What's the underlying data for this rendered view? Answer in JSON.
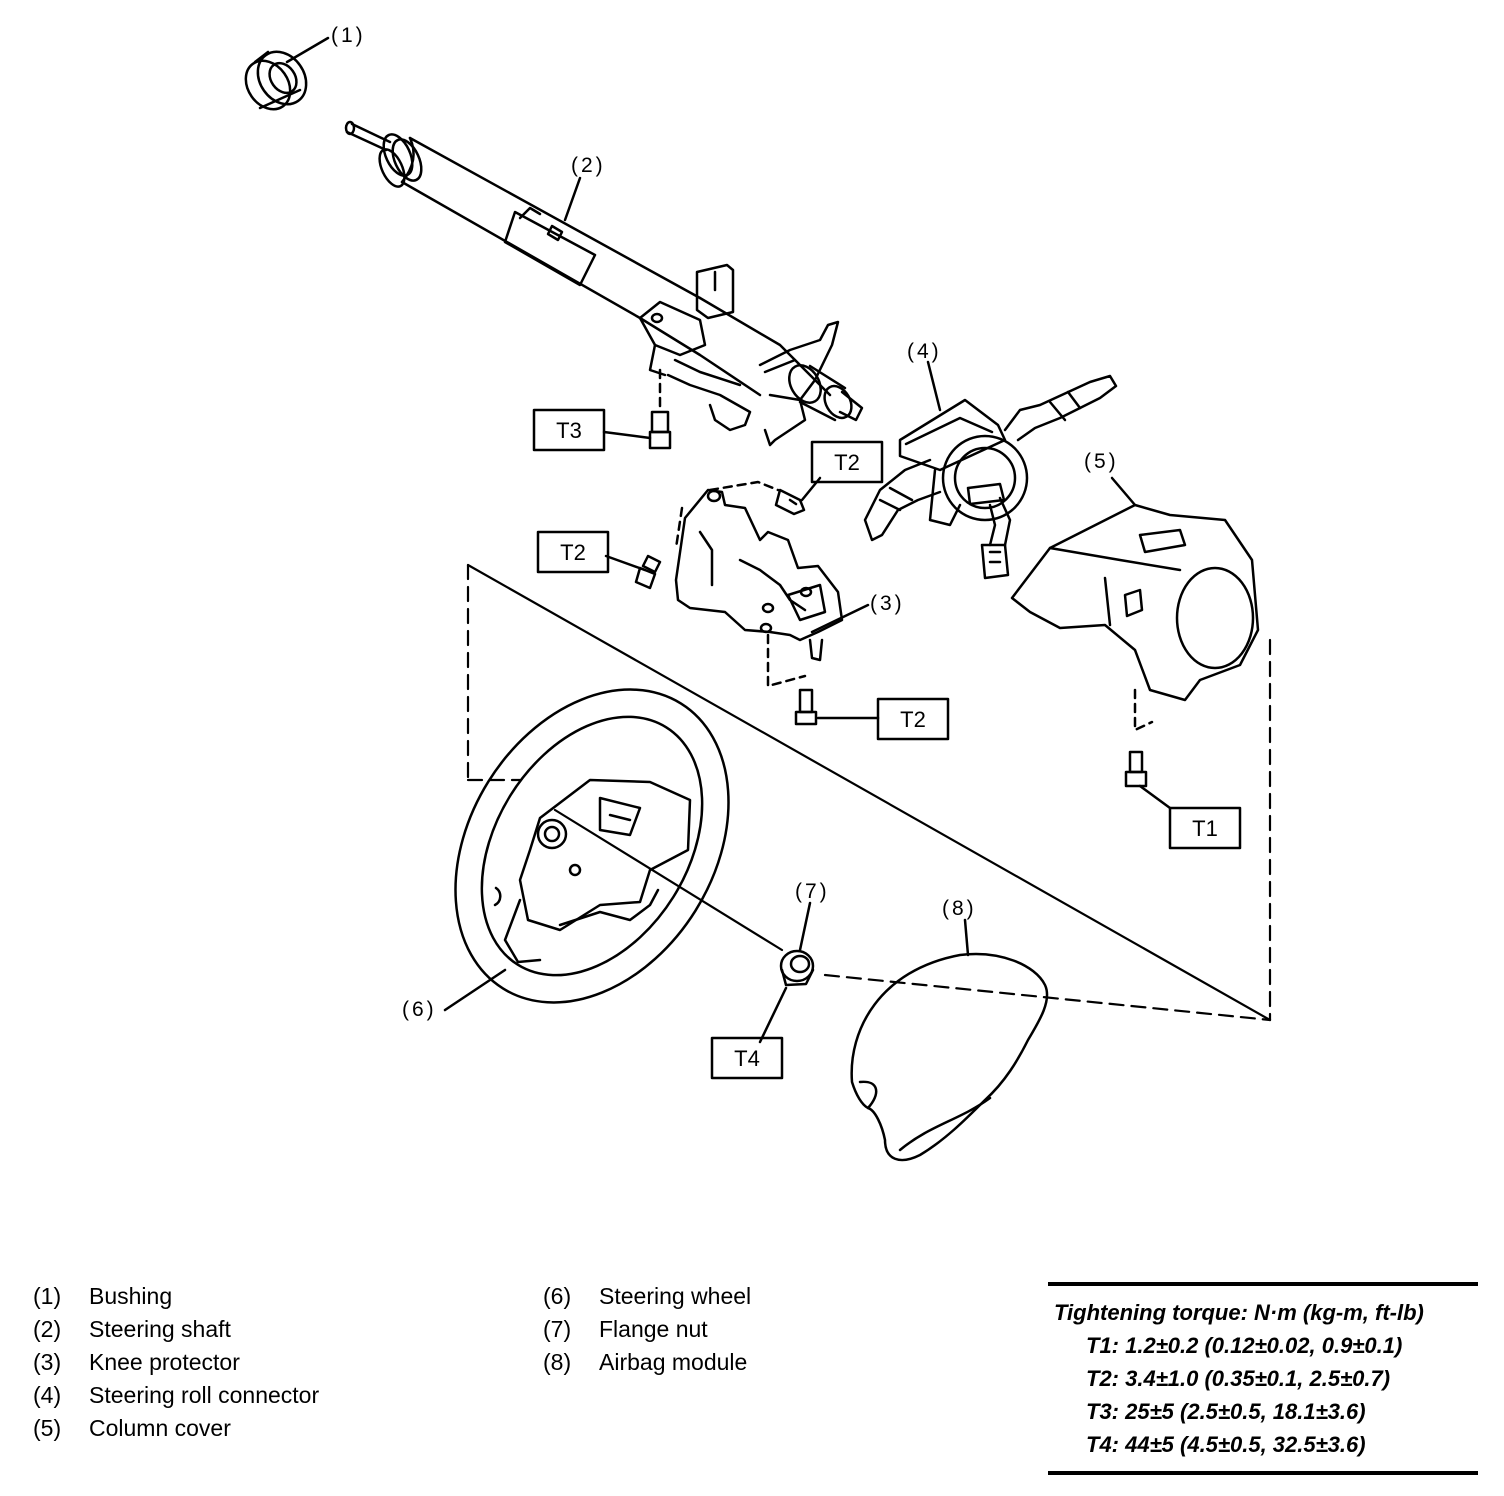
{
  "callouts": {
    "c1": "(1)",
    "c2": "(2)",
    "c3": "(3)",
    "c4": "(4)",
    "c5": "(5)",
    "c6": "(6)",
    "c7": "(7)",
    "c8": "(8)"
  },
  "tags": {
    "t1": "T1",
    "t2a": "T2",
    "t2b": "T2",
    "t2c": "T2",
    "t3": "T3",
    "t4": "T4"
  },
  "legend": {
    "left": [
      {
        "num": "(1)",
        "name": "Bushing"
      },
      {
        "num": "(2)",
        "name": "Steering shaft"
      },
      {
        "num": "(3)",
        "name": "Knee protector"
      },
      {
        "num": "(4)",
        "name": "Steering roll connector"
      },
      {
        "num": "(5)",
        "name": "Column cover"
      }
    ],
    "right": [
      {
        "num": "(6)",
        "name": "Steering wheel"
      },
      {
        "num": "(7)",
        "name": "Flange nut"
      },
      {
        "num": "(8)",
        "name": "Airbag module"
      }
    ]
  },
  "torque": {
    "title": "Tightening torque: N·m (kg-m, ft-lb)",
    "rows": [
      "T1: 1.2±0.2 (0.12±0.02, 0.9±0.1)",
      "T2: 3.4±1.0 (0.35±0.1, 2.5±0.7)",
      "T3: 25±5 (2.5±0.5, 18.1±3.6)",
      "T4: 44±5 (4.5±0.5, 32.5±3.6)"
    ]
  }
}
